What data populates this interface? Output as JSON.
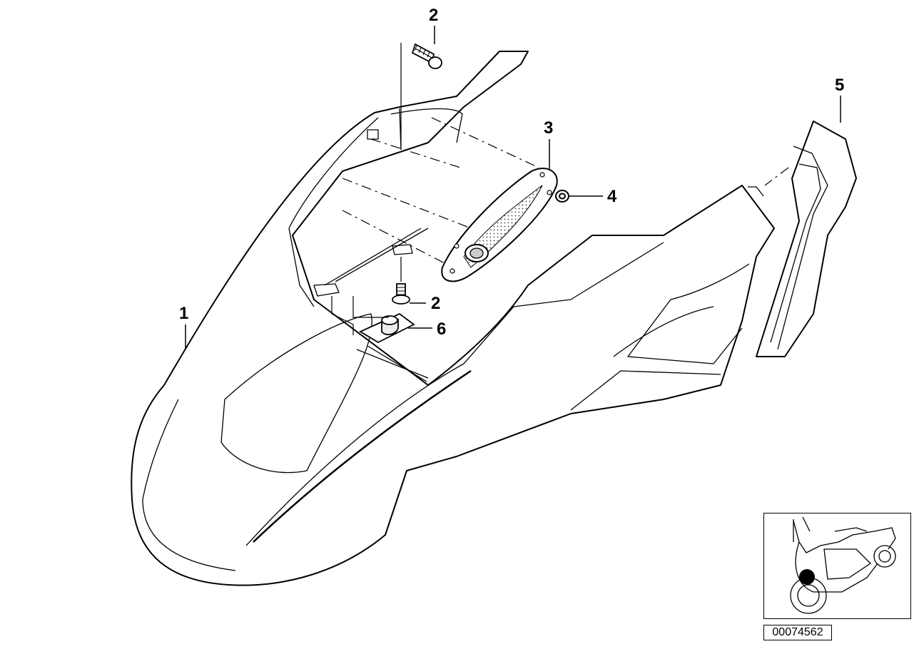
{
  "callouts": {
    "c1": "1",
    "c2_top": "2",
    "c2_mid": "2",
    "c3": "3",
    "c4": "4",
    "c5": "5",
    "c6": "6"
  },
  "part_number": "00074562",
  "colors": {
    "line": "#000000",
    "background": "#ffffff",
    "hatch": "#444444",
    "location_marker": "#000000"
  }
}
